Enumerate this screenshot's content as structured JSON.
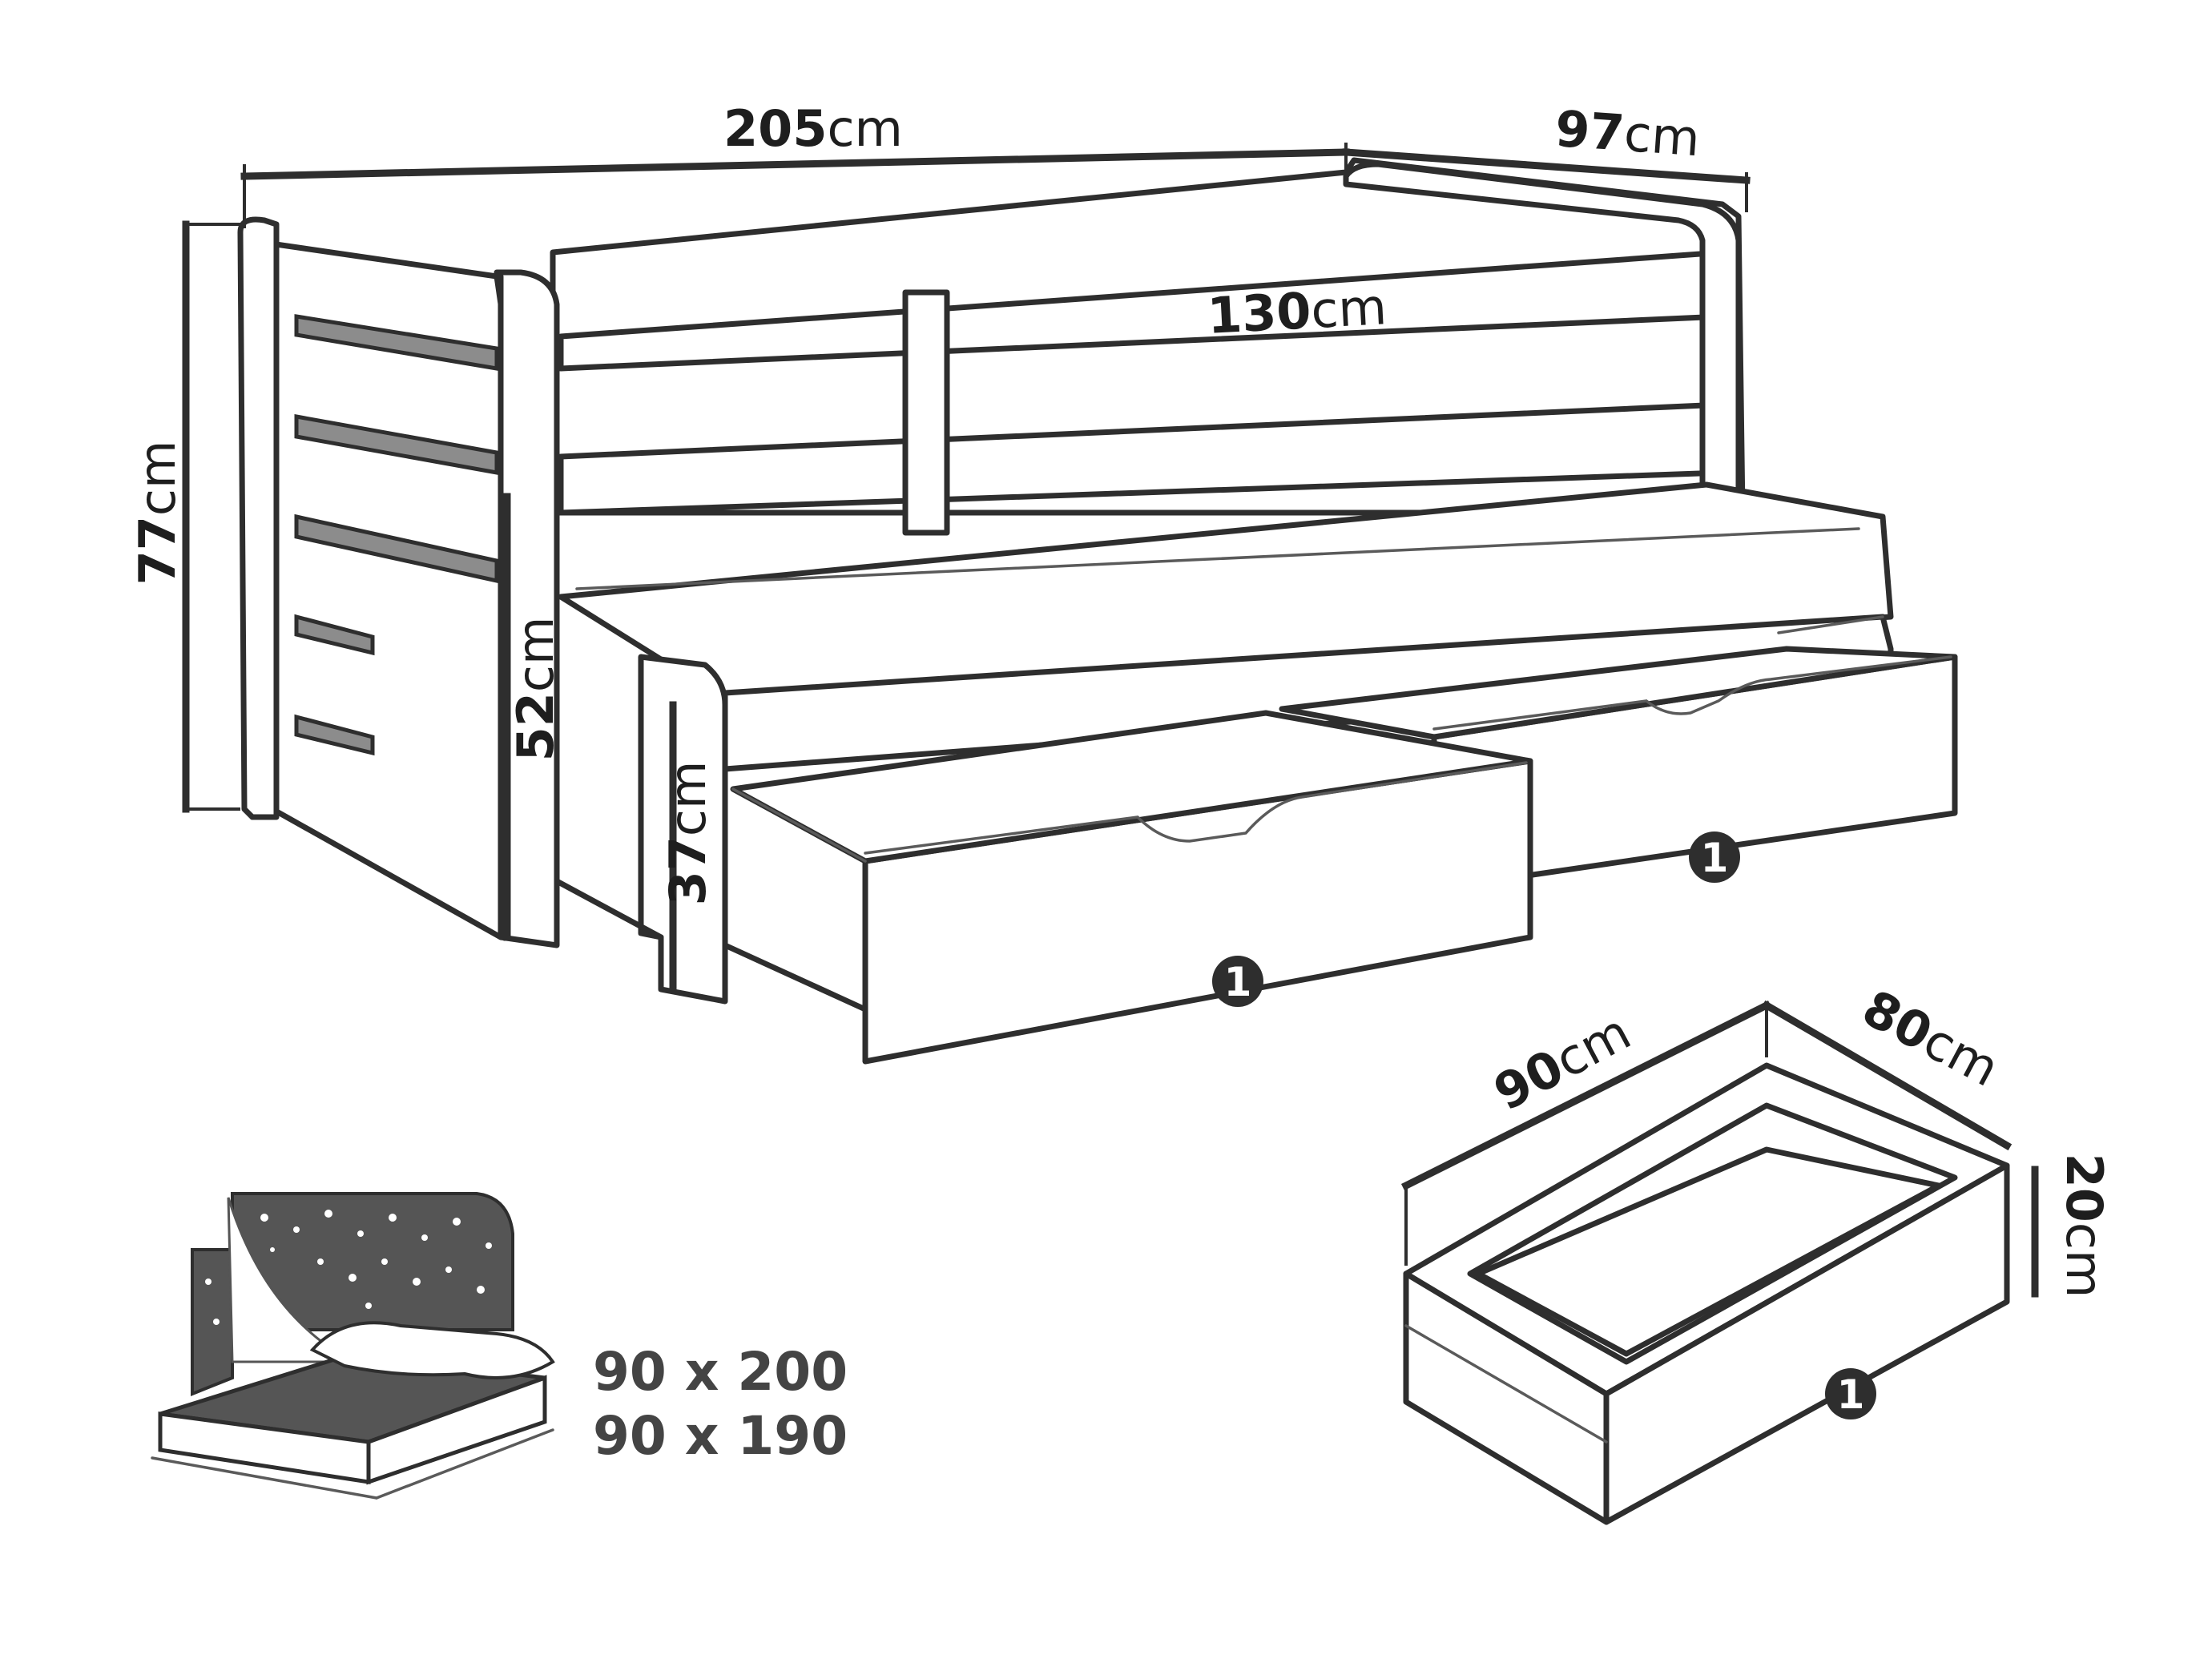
{
  "dimensions": {
    "bed_length": {
      "value": "205",
      "unit": "cm"
    },
    "bed_depth": {
      "value": "97",
      "unit": "cm"
    },
    "bed_height": {
      "value": "77",
      "unit": "cm"
    },
    "guard_rail_length": {
      "value": "130",
      "unit": "cm"
    },
    "side_height": {
      "value": "52",
      "unit": "cm"
    },
    "trundle_height": {
      "value": "37",
      "unit": "cm"
    },
    "drawer_length": {
      "value": "90",
      "unit": "cm"
    },
    "drawer_depth": {
      "value": "80",
      "unit": "cm"
    },
    "drawer_height": {
      "value": "20",
      "unit": "cm"
    }
  },
  "badges": [
    "1",
    "1",
    "1"
  ],
  "mattress_sizes": [
    "90 x 200",
    "90 x 190"
  ],
  "colors": {
    "line": "#2e2e2e",
    "slot_fill": "#8c8c8c",
    "mattress_dark": "#555555",
    "text": "#1e1e1e"
  },
  "icons": [
    "bed-line-drawing",
    "drawer-line-drawing",
    "mattress-night-sky-icon",
    "stars-icon",
    "pillow-icon"
  ]
}
